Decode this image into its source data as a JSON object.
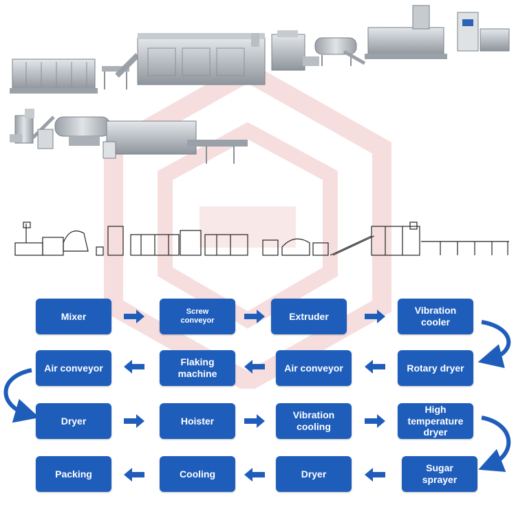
{
  "colors": {
    "box": "#1f5dbb",
    "arrow": "#1f5dbb",
    "watermark": "#f6dede",
    "outline": "#222222"
  },
  "photo": {
    "alt_icon": "production-line-photo"
  },
  "schematic": {
    "alt_icon": "production-line-outline-icon"
  },
  "flow": {
    "row1": [
      "Mixer",
      "Screw\nconveyor",
      "Extruder",
      "Vibration\ncooler"
    ],
    "row2": [
      "Air conveyor",
      "Flaking\nmachine",
      "Air conveyor",
      "Rotary dryer"
    ],
    "row3": [
      "Dryer",
      "Hoister",
      "Vibration\ncooling",
      "High\ntemperature\ndryer"
    ],
    "row4": [
      "Packing",
      "Cooling",
      "Dryer",
      "Sugar\nsprayer"
    ]
  }
}
